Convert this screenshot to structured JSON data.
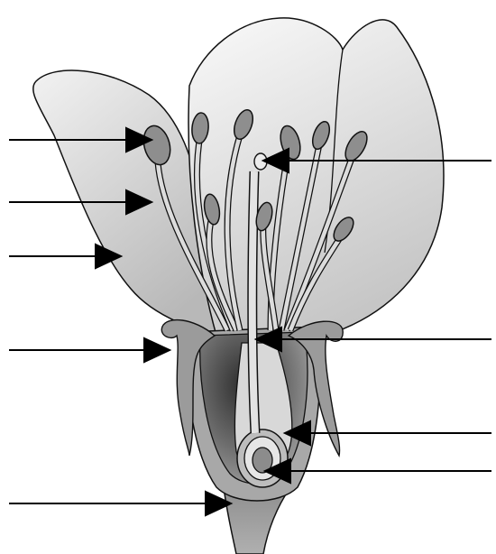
{
  "diagram": {
    "subject": "flower-cross-section",
    "labels": [],
    "pointers": [
      {
        "id": "anther",
        "side": "left"
      },
      {
        "id": "filament",
        "side": "left"
      },
      {
        "id": "petal",
        "side": "left"
      },
      {
        "id": "sepal",
        "side": "left"
      },
      {
        "id": "receptacle",
        "side": "left"
      },
      {
        "id": "stigma",
        "side": "right"
      },
      {
        "id": "style",
        "side": "right"
      },
      {
        "id": "ovary",
        "side": "right"
      },
      {
        "id": "ovule",
        "side": "right"
      }
    ],
    "colors": {
      "outline": "#111111",
      "petal_light": "#f4f4f4",
      "petal_shade": "#c9c9c9",
      "tissue": "#9a9a9a",
      "ovary_dark": "#3f3f3f",
      "arrow": "#000000"
    }
  }
}
